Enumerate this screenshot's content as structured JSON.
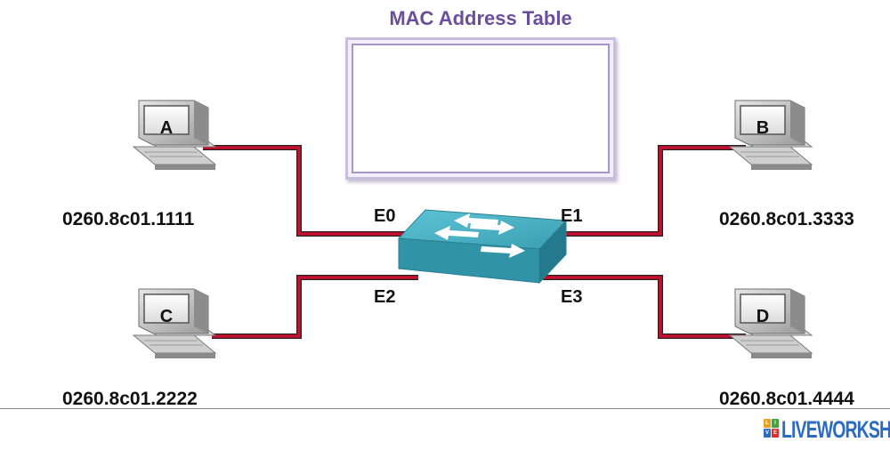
{
  "title": "MAC Address Table",
  "switch": {
    "ports": {
      "e0": "E0",
      "e1": "E1",
      "e2": "E2",
      "e3": "E3"
    }
  },
  "hosts": {
    "a": {
      "label": "A",
      "mac": "0260.8c01.1111"
    },
    "b": {
      "label": "B",
      "mac": "0260.8c01.3333"
    },
    "c": {
      "label": "C",
      "mac": "0260.8c01.2222"
    },
    "d": {
      "label": "D",
      "mac": "0260.8c01.4444"
    }
  },
  "branding": {
    "text": "LIVEWORKSHEETS",
    "icon_letters": [
      "L",
      "I",
      "V",
      "E"
    ]
  },
  "colors": {
    "cable": "#c8102e",
    "switch": "#3a9fb3",
    "title": "#6b4e9b",
    "brand": "#2c6bc4"
  }
}
